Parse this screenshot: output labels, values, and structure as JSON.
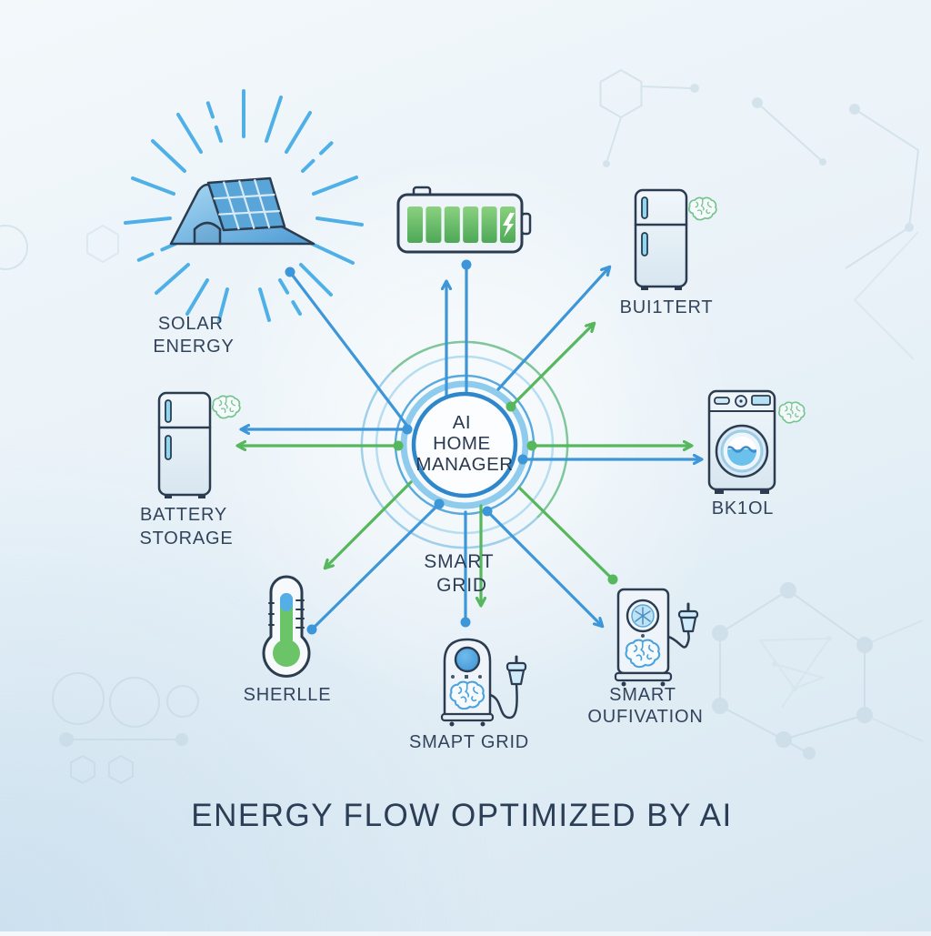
{
  "title": "ENERGY FLOW OPTIMIZED BY AI",
  "hub": {
    "lines": [
      "AI",
      "HOME",
      "MANAGER"
    ]
  },
  "center_label": {
    "lines": [
      "SMART",
      "GRID"
    ]
  },
  "nodes": {
    "solar": {
      "label_lines": [
        "SOLAR",
        "ENERGY"
      ],
      "icon": "solar-panel-house-icon"
    },
    "battery": {
      "icon": "battery-full-charging-icon"
    },
    "fridge": {
      "label": "BUI1TERT",
      "icon": "refrigerator-icon",
      "badge": "ai-brain-icon"
    },
    "battery_storage": {
      "label_lines": [
        "BATTERY",
        "STORAGE"
      ],
      "icon": "refrigerator-icon",
      "badge": "ai-brain-icon"
    },
    "washer": {
      "label": "BK1OL",
      "icon": "washing-machine-icon",
      "badge": "ai-brain-icon"
    },
    "thermometer": {
      "label": "SHERLLE",
      "icon": "thermometer-icon"
    },
    "smart_device": {
      "label": "SMAPT GRID",
      "icon": "smart-device-brain-plug-icon"
    },
    "smart_outlet": {
      "label_lines": [
        "SMART",
        "OUFIVATION"
      ],
      "icon": "smart-device-dial-plug-icon"
    }
  },
  "colors": {
    "arrow_blue": "#3d96d8",
    "arrow_green": "#56b75c",
    "ray_blue": "#4fb0e8",
    "outline_navy": "#2c3c50",
    "label_text": "#32435c",
    "ring_blue": "#2f87cb",
    "battery_green": "#5cb85f",
    "brain_green": "#74c48e",
    "brain_blue": "#4aa3dd",
    "background_top": "#f2f7fa",
    "background_bottom": "#d8e8f2"
  }
}
